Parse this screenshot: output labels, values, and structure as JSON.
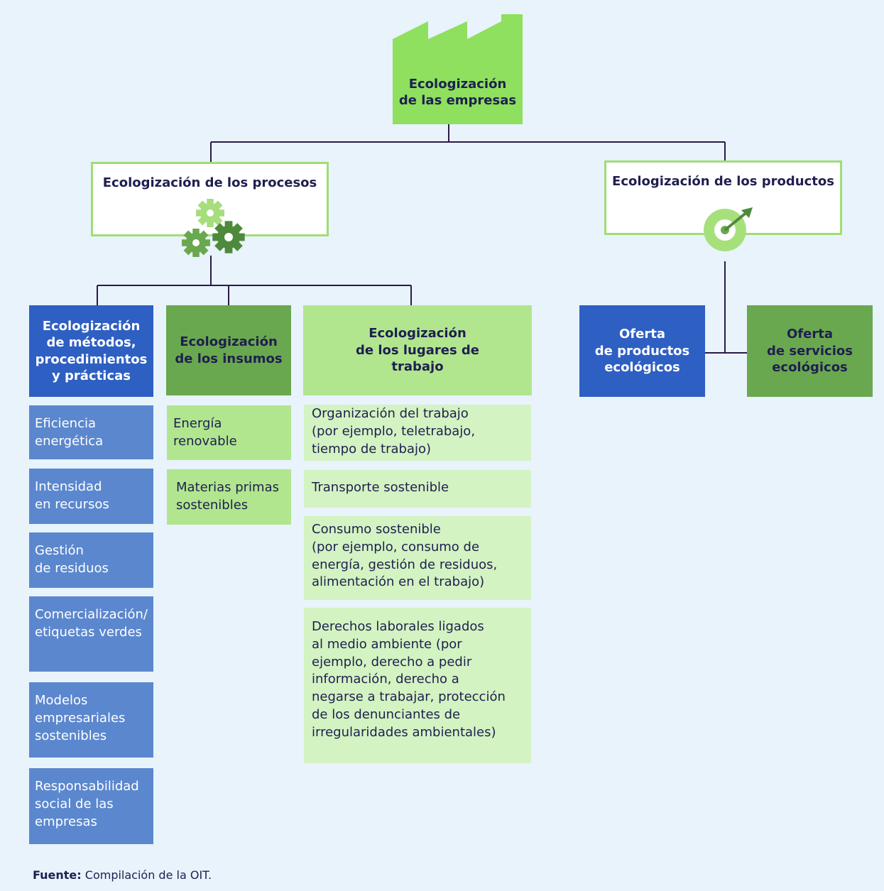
{
  "root": {
    "label": "Ecologización\nde las empresas"
  },
  "branches": {
    "procesos": {
      "label": "Ecologización de los procesos"
    },
    "productos": {
      "label": "Ecologización de los productos"
    }
  },
  "categories": {
    "metodos": "Ecologización\nde  métodos,\nprocedimientos\ny prácticas",
    "insumos": "Ecologización\nde los insumos",
    "lugares": "Ecologización\nde los lugares de\ntrabajo",
    "oferta_productos": "Oferta\nde productos\necológicos",
    "oferta_servicios": "Oferta\nde servicios\necológicos"
  },
  "metodos_items": [
    "Eficiencia\nenergética",
    "Intensidad\nen recursos",
    "Gestión\nde residuos",
    "Comercialización/\netiquetas verdes",
    "Modelos\nempresariales\nsostenibles",
    "Responsabilidad\nsocial de las\nempresas"
  ],
  "insumos_items": [
    "Energía\nrenovable",
    "Materias primas\nsostenibles"
  ],
  "lugares_items": [
    "Organización del trabajo\n(por ejemplo, teletrabajo,\ntiempo de trabajo)",
    "Transporte sostenible",
    "Consumo sostenible\n(por ejemplo, consumo de\nenergía, gestión de residuos,\nalimentación en el trabajo)",
    "Derechos laborales ligados\nal medio ambiente (por\nejemplo, derecho a pedir\ninformación, derecho a\nnegarse a trabajar, protección\nde los denunciantes de\nirregularidades ambientales)"
  ],
  "source": {
    "label": "Fuente:",
    "text": "Compilación de la OIT."
  },
  "colors": {
    "background": "#e8f3fc",
    "bright_green": "#8ee05e",
    "dark_blue": "#2e5fc2",
    "mid_blue": "#5b87ce",
    "dark_green": "#6aa84f",
    "light_green": "#b1e68f",
    "pale_green": "#d3f3c2",
    "line": "#2b1a47"
  },
  "icons": [
    "factory-icon",
    "gears-icon",
    "target-arrow-icon"
  ]
}
